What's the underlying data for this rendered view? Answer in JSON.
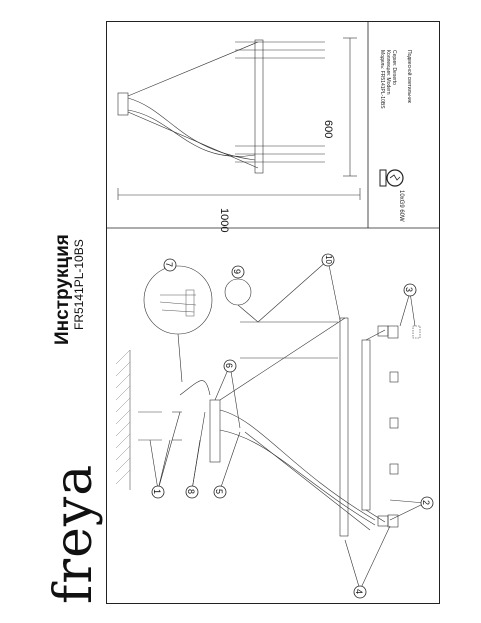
{
  "brand": "freya",
  "header": {
    "title": "Инструкция",
    "model": "FR5141PL-10BS"
  },
  "dimensions": {
    "width": "1000",
    "height": "600"
  },
  "spec_box": {
    "rows": [
      "Модель: FR5141PL-10BS",
      "Коллекция: Modern",
      "Серия: Deserto",
      "Подвесной светильник"
    ],
    "bulb": "10xG9 60W"
  },
  "callouts": [
    "1",
    "2",
    "3",
    "4",
    "5",
    "6",
    "7",
    "8",
    "9",
    "10"
  ]
}
